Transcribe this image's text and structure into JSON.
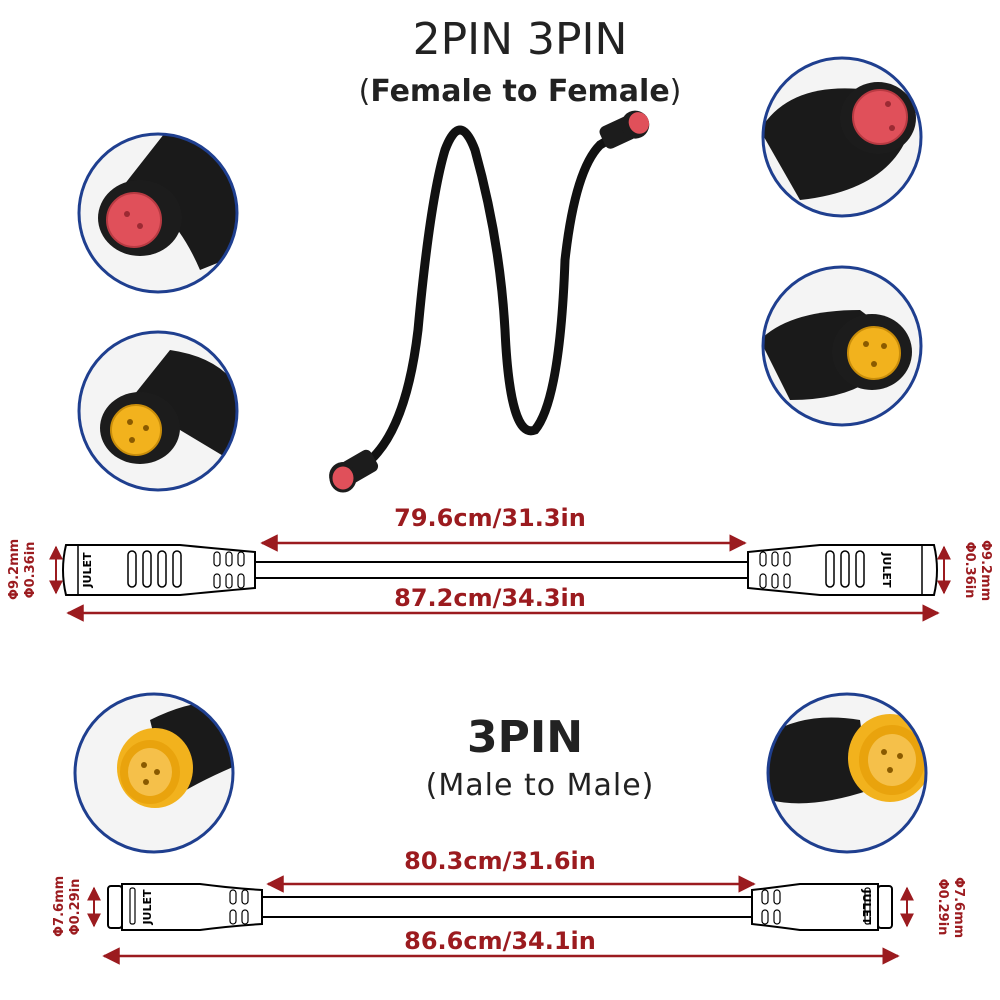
{
  "top_section": {
    "title": "2PIN 3PIN",
    "subtitle_open": "(",
    "subtitle_bold": "Female to Female",
    "subtitle_close": ")",
    "inner_length": "79.6cm/31.3in",
    "total_length": "87.2cm/34.3in",
    "diameter_mm": "Φ9.2mm",
    "diameter_in": "Φ0.36in",
    "brand": "JULET"
  },
  "bottom_section": {
    "title": "3PIN",
    "subtitle": "(Male to Male)",
    "inner_length": "80.3cm/31.6in",
    "total_length": "86.6cm/34.1in",
    "diameter_mm": "Φ7.6mm",
    "diameter_in": "Φ0.29in",
    "brand": "JULET"
  },
  "colors": {
    "accent_red": "#9b1b1f",
    "circle_border": "#1f3f8f",
    "connector_red": "#e0505a",
    "connector_yellow": "#f2b21d",
    "cable_black": "#111111"
  }
}
